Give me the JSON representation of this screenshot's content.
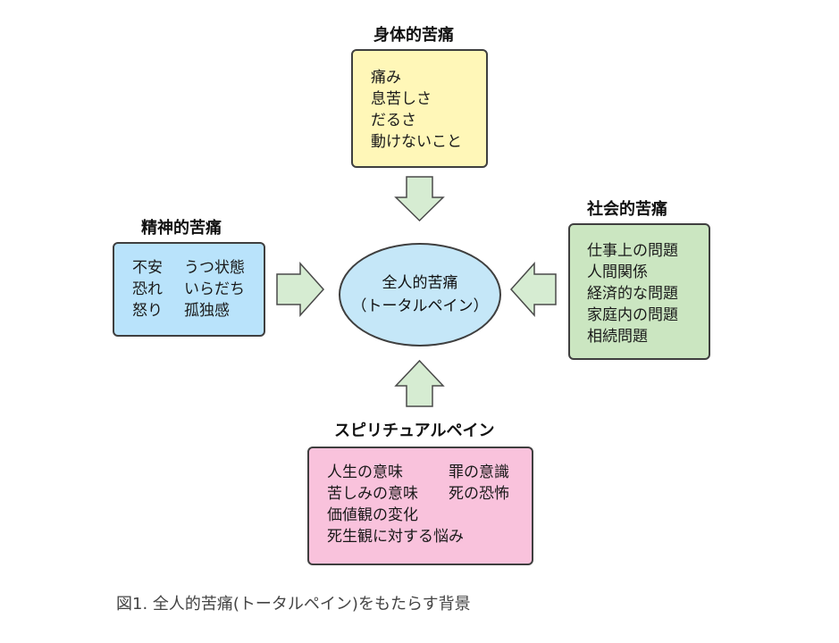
{
  "center": {
    "line1": "全人的苦痛",
    "line2": "（トータルペイン）"
  },
  "physical": {
    "title": "身体的苦痛",
    "items": [
      "痛み",
      "息苦しさ",
      "だるさ",
      "動けないこと"
    ]
  },
  "mental": {
    "title": "精神的苦痛",
    "rows": [
      [
        "不安",
        "うつ状態"
      ],
      [
        "恐れ",
        "いらだち"
      ],
      [
        "怒り",
        "孤独感"
      ]
    ]
  },
  "social": {
    "title": "社会的苦痛",
    "items": [
      "仕事上の問題",
      "人間関係",
      "経済的な問題",
      "家庭内の問題",
      "相続問題"
    ]
  },
  "spiritual": {
    "title": "スピリチュアルペイン",
    "rows": [
      [
        "人生の意味",
        "罪の意識"
      ],
      [
        "苦しみの意味",
        "死の恐怖"
      ],
      [
        "価値観の変化",
        ""
      ],
      [
        "死生観に対する悩み",
        ""
      ]
    ]
  },
  "colors": {
    "physical_fill": "#fff7b8",
    "mental_fill": "#b9e3fb",
    "social_fill": "#cbe6c1",
    "spiritual_fill": "#f9c2dc",
    "center_fill": "#c5e7f8",
    "arrow_fill": "#d6ecd2"
  },
  "caption": "図1.  全人的苦痛(トータルペイン)をもたらす背景"
}
